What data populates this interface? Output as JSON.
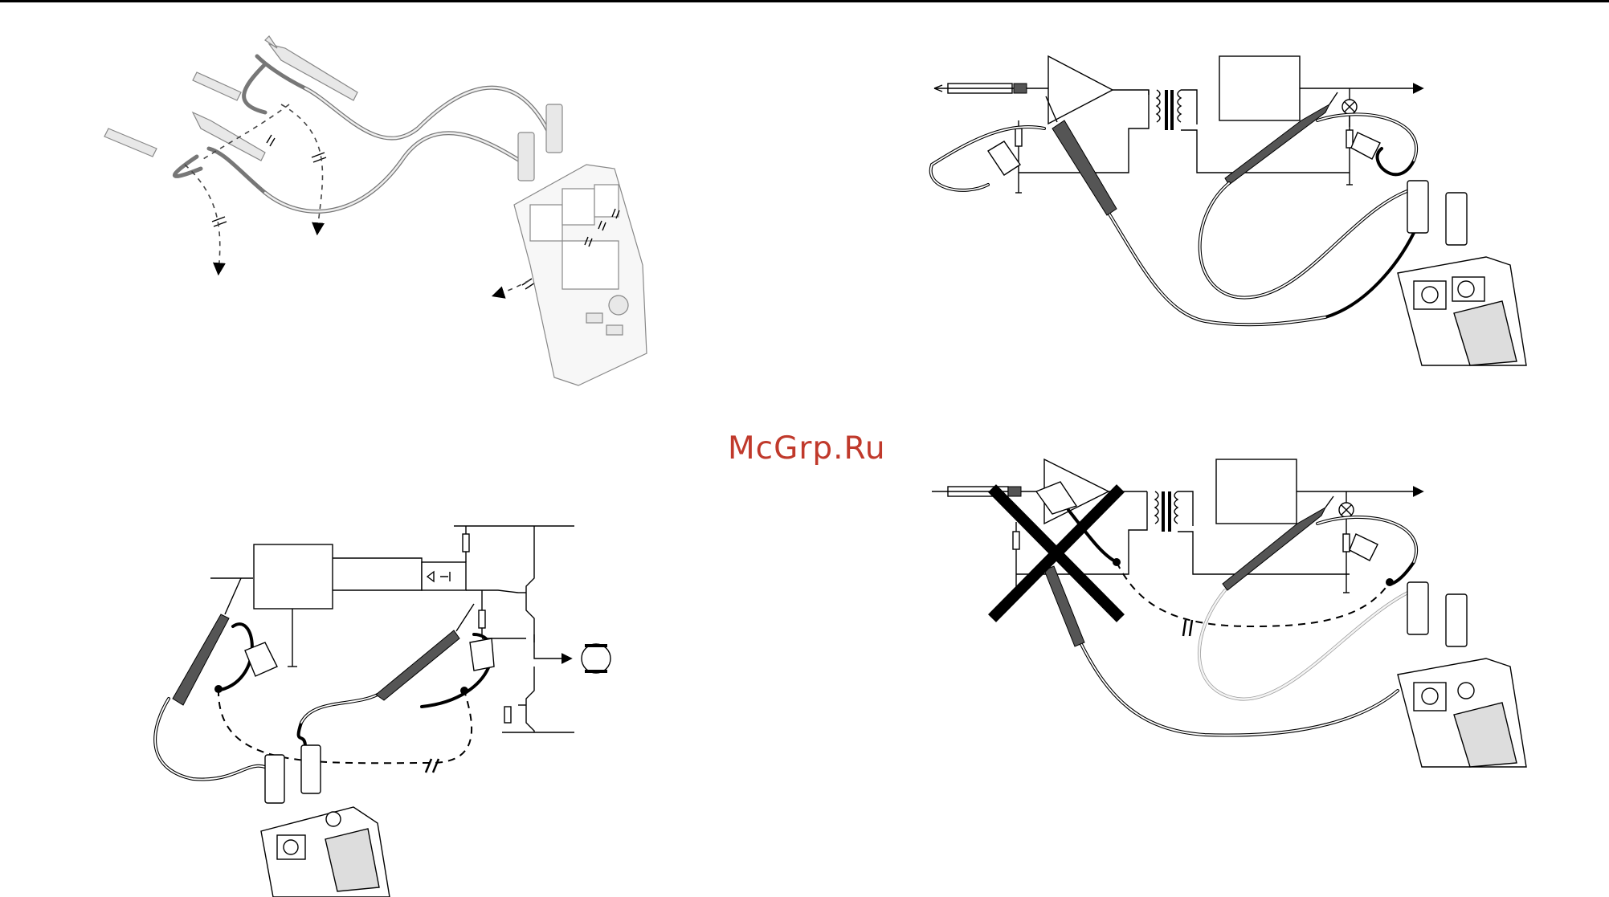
{
  "watermark": "McGrp.Ru",
  "figures": [
    {
      "id": "isolated-inputs",
      "position": "top-left"
    },
    {
      "id": "correct-connection",
      "position": "top-right"
    },
    {
      "id": "floating-measurement",
      "position": "bottom-left"
    },
    {
      "id": "incorrect-connection",
      "position": "bottom-right"
    }
  ],
  "colors": {
    "line": "#000000",
    "ghost_line": "#888888",
    "watermark": "#c0392b"
  }
}
